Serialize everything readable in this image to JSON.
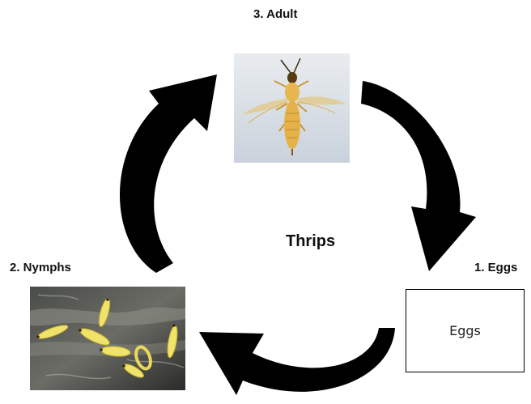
{
  "title": "Thrips",
  "stages": {
    "adult": {
      "label": "3. Adult"
    },
    "nymphs": {
      "label": "2. Nymphs"
    },
    "eggs": {
      "label": "1. Eggs",
      "box_text": "Eggs"
    }
  },
  "colors": {
    "arrow": "#000000",
    "background": "#ffffff",
    "box_border": "#000000"
  }
}
